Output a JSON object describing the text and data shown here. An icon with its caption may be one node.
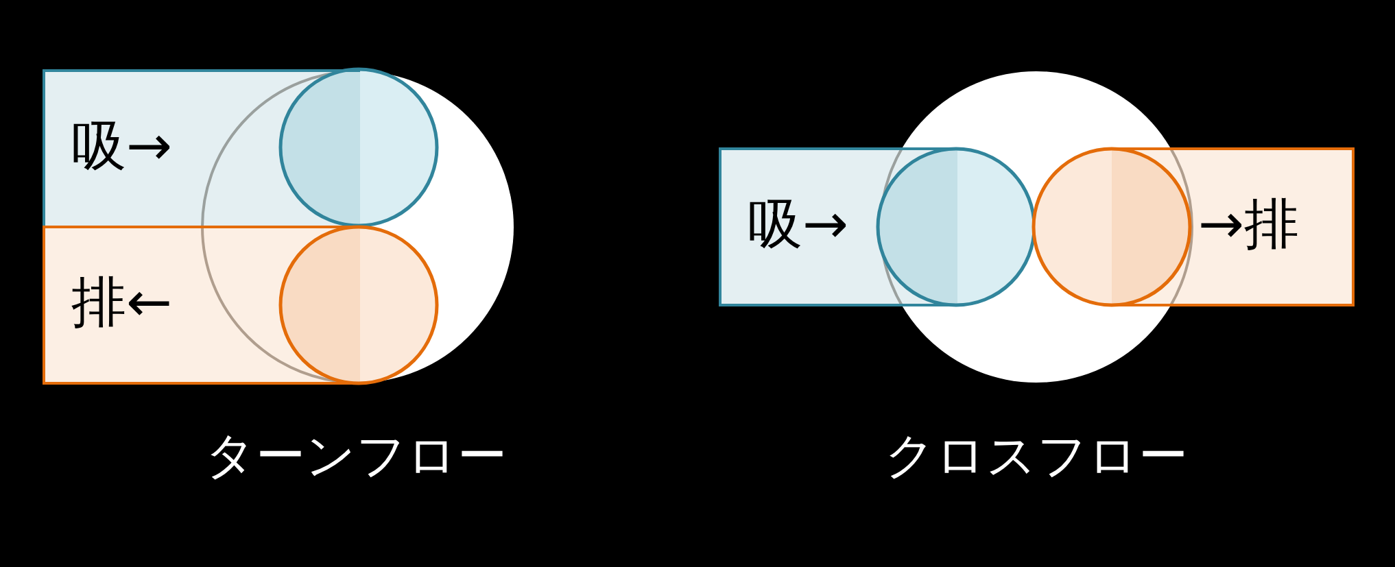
{
  "diagram": {
    "nodes": [
      {
        "text": [
          "吸→"
        ]
      },
      {
        "text": [
          "排←"
        ]
      },
      {
        "text": [
          "吸→"
        ]
      },
      {
        "text": [
          "→排"
        ]
      }
    ],
    "labels": [
      "ターンフロー",
      "クロスフロー"
    ]
  }
}
